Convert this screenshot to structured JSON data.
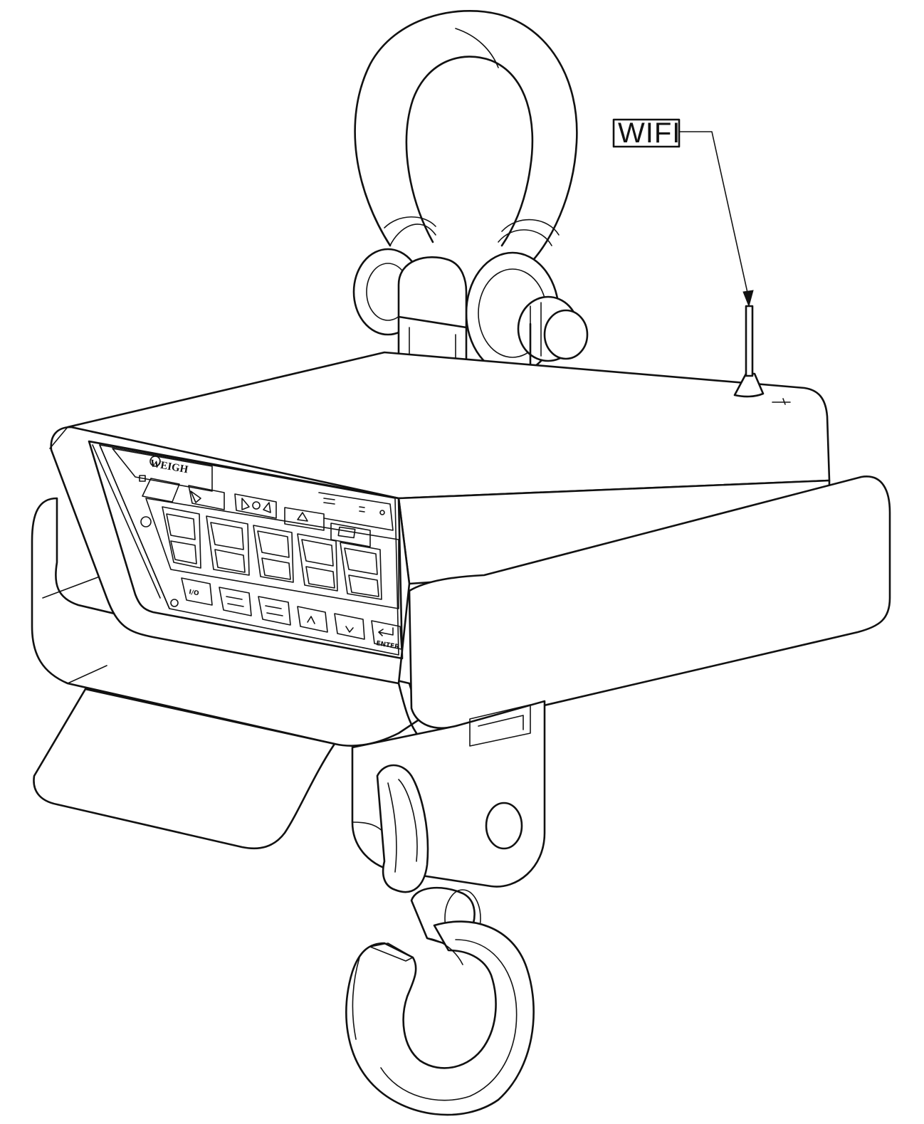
{
  "callout": {
    "label": "WIFI"
  },
  "panel": {
    "logo_text": "WEIGH",
    "keys": [
      "I/O",
      "ENTER"
    ]
  }
}
